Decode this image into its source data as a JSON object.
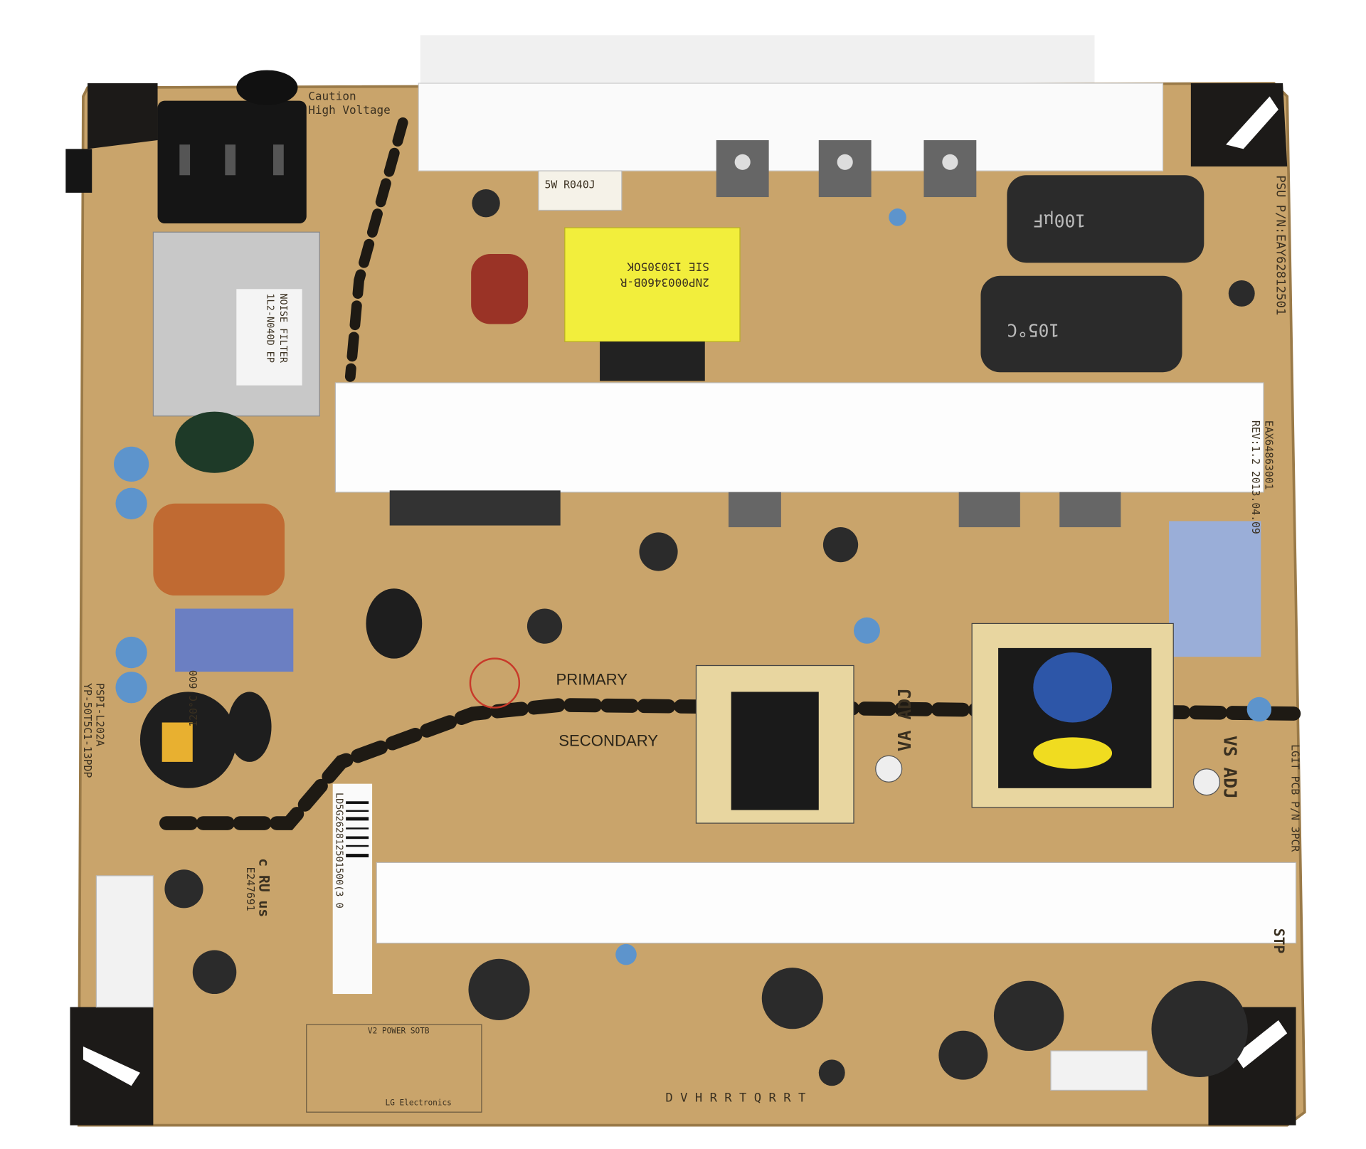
{
  "board": {
    "caution_top": "Caution",
    "caution_bottom": "High Voltage",
    "resistor_label": "5W R040J",
    "transformer_line1": "2NP0003460B-R",
    "transformer_line2": "SIE 130305OK",
    "noise_filter_line1": "NOISE FILTER",
    "noise_filter_line2": "1L2-N040D EP",
    "psu_pn": "PSU P/N:EAY62812501",
    "eax": "EAX64863001",
    "rev": "REV:1.2 2013.04.09",
    "primary": "PRIMARY",
    "secondary": "SECONDARY",
    "va_adj": "VA ADJ",
    "vs_adj": "VS ADJ",
    "pcb_pn": "LGIT PCB P/N 3PCR",
    "model1": "PSPI-L202A",
    "model2": "YP-50T5C1-13PDP",
    "barcode": "LD5G262812501500(3 0",
    "ul_code": "E247691",
    "ul_mark": "c RU us",
    "cap_value": "100µF",
    "cap_temp": "105°C",
    "coil_label": "120°C 600",
    "stp": "STP",
    "power_label": "V2 POWER SOTB",
    "maker": "LG Electronics",
    "test_points": "D V H   R R T   Q R R T"
  },
  "colors": {
    "pcb": "#c9a46b",
    "heatsink": "#ffffff",
    "capacitor": "#2b2b2b",
    "transformer_yellow": "#f2ee3c"
  }
}
